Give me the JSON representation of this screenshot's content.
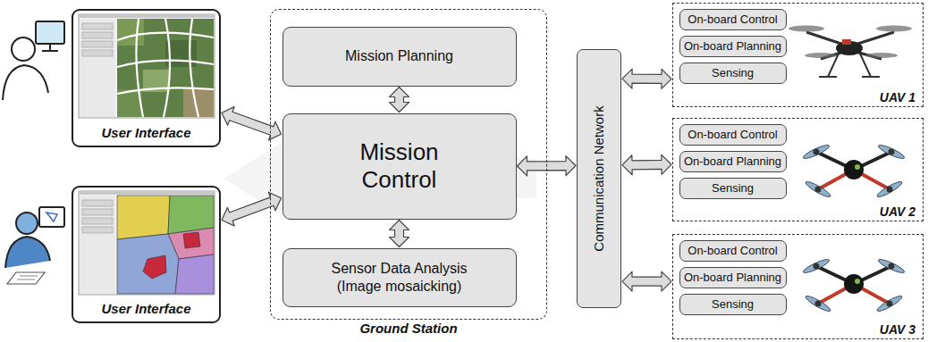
{
  "diagram": {
    "nodes": [
      {
        "text": [
          "User Interface"
        ]
      },
      {
        "text": [
          "User Interface"
        ]
      },
      {
        "text": [
          "Ground Station"
        ]
      },
      {
        "text": [
          "Mission Planning"
        ],
        "in": 2
      },
      {
        "text": [
          "Mission Control"
        ],
        "in": 2
      },
      {
        "text": [
          "Sensor Data Analysis (Image mosaicking)"
        ],
        "in": 2
      },
      {
        "text": [
          "Communication Network"
        ]
      },
      {
        "text": [
          "UAV 1"
        ]
      },
      {
        "text": [
          "On-board Control"
        ],
        "in": 7
      },
      {
        "text": [
          "On-board Planning"
        ],
        "in": 7
      },
      {
        "text": [
          "Sensing"
        ],
        "in": 7
      },
      {
        "text": [
          "UAV 2"
        ]
      },
      {
        "text": [
          "On-board Control"
        ],
        "in": 11
      },
      {
        "text": [
          "On-board Planning"
        ],
        "in": 11
      },
      {
        "text": [
          "Sensing"
        ],
        "in": 11
      },
      {
        "text": [
          "UAV 3"
        ]
      },
      {
        "text": [
          "On-board Control"
        ],
        "in": 15
      },
      {
        "text": [
          "On-board Planning"
        ],
        "in": 15
      },
      {
        "text": [
          "Sensing"
        ],
        "in": 15
      }
    ],
    "edges": [
      {
        "from": 0,
        "to": 4,
        "arrow": "both"
      },
      {
        "from": 1,
        "to": 4,
        "arrow": "both"
      },
      {
        "from": 3,
        "to": 4,
        "arrow": "both"
      },
      {
        "from": 4,
        "to": 5,
        "arrow": "both"
      },
      {
        "from": 4,
        "to": 6,
        "arrow": "both"
      },
      {
        "from": 6,
        "to": 7,
        "arrow": "both"
      },
      {
        "from": 6,
        "to": 11,
        "arrow": "both"
      },
      {
        "from": 6,
        "to": 15,
        "arrow": "both"
      }
    ]
  }
}
